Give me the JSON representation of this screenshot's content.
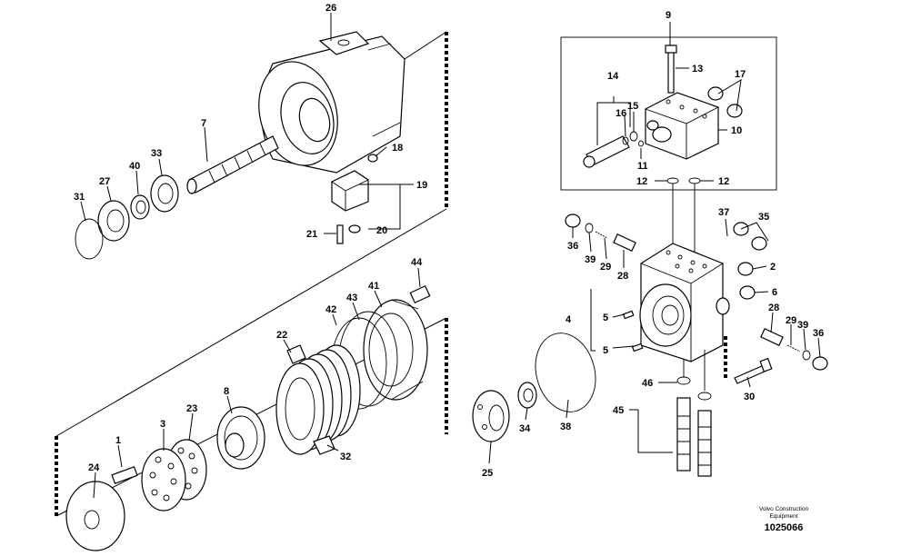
{
  "callouts": {
    "p26": "26",
    "p7": "7",
    "p18": "18",
    "p19": "19",
    "p20": "20",
    "p21": "21",
    "p33": "33",
    "p40": "40",
    "p27": "27",
    "p31": "31",
    "p44": "44",
    "p41": "41",
    "p43": "43",
    "p42": "42",
    "p22": "22",
    "p32": "32",
    "p8": "8",
    "p23": "23",
    "p3": "3",
    "p1": "1",
    "p24": "24",
    "p9": "9",
    "p13": "13",
    "p14": "14",
    "p15": "15",
    "p16": "16",
    "p17": "17",
    "p10": "10",
    "p11": "11",
    "p12a": "12",
    "p12b": "12",
    "p37": "37",
    "p35": "35",
    "p36a": "36",
    "p39a": "39",
    "p29a": "29",
    "p28a": "28",
    "p2": "2",
    "p6": "6",
    "p4": "4",
    "p5a": "5",
    "p5b": "5",
    "p28b": "28",
    "p29b": "29",
    "p39b": "39",
    "p36b": "36",
    "p30": "30",
    "p38": "38",
    "p34": "34",
    "p25": "25",
    "p46": "46",
    "p45": "45"
  },
  "footer": {
    "maker_line1": "Volvo Construction",
    "maker_line2": "Equipment",
    "drawing_number": "1025066"
  }
}
